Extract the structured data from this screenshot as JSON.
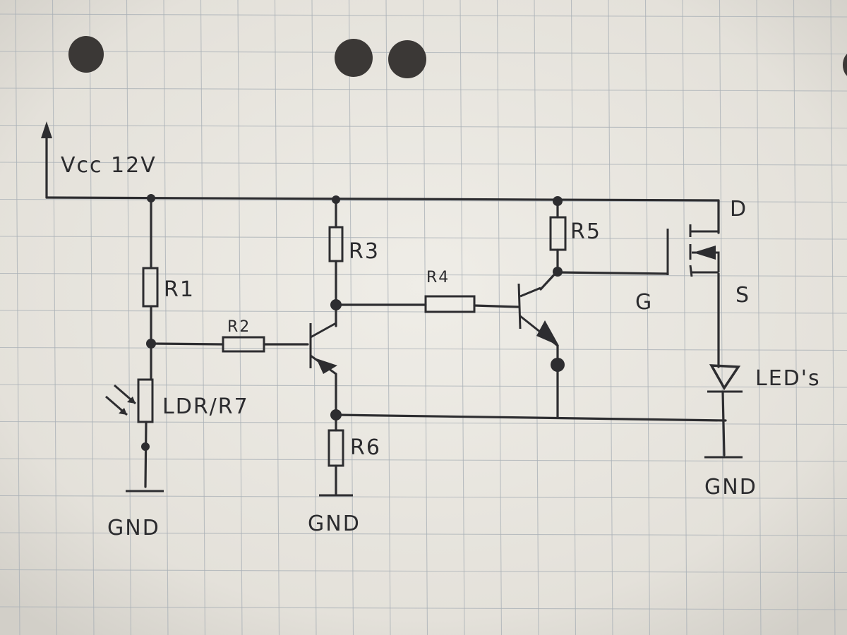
{
  "diagram": {
    "type": "hand-drawn circuit schematic",
    "supply_label": "Vcc 12V",
    "components": {
      "r1": "R1",
      "r2": "R2",
      "r3": "R3",
      "r4": "R4",
      "r5": "R5",
      "r6": "R6",
      "ldr": "LDR/R7"
    },
    "mosfet": {
      "drain": "D",
      "gate": "G",
      "source": "S"
    },
    "led_label": "LED's",
    "grounds": [
      "GND",
      "GND",
      "GND"
    ]
  },
  "colors": {
    "paper": "#e9e6df",
    "grid": "#a9b0b6",
    "ink": "#2d2d30",
    "hole": "#3b3836"
  },
  "icons": {
    "resistor": "resistor-icon",
    "transistor": "npn-transistor-icon",
    "mosfet": "mosfet-icon",
    "led": "led-icon",
    "ldr": "ldr-icon",
    "ground": "ground-icon",
    "supply": "supply-arrow-icon"
  }
}
